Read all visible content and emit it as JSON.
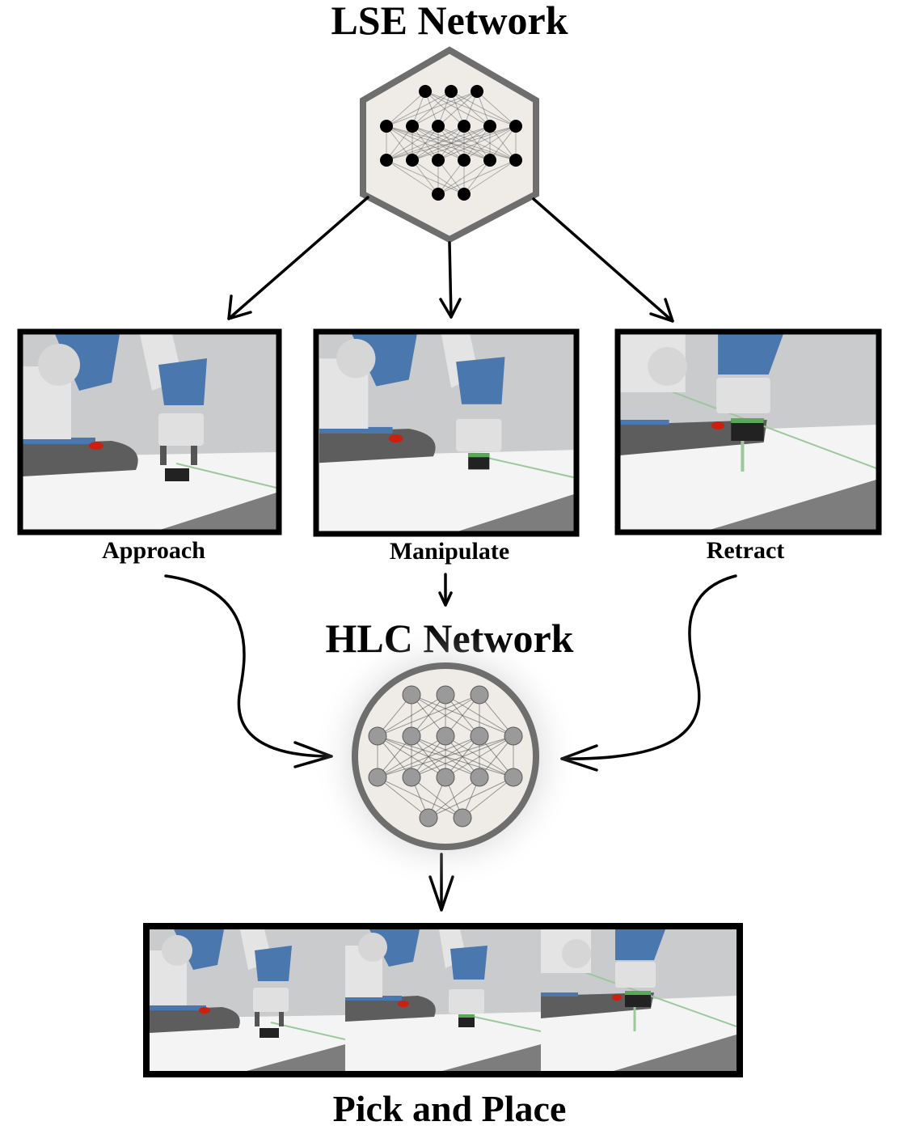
{
  "lse": {
    "title": "LSE Network",
    "layers": [
      3,
      6,
      6,
      2
    ],
    "colors": {
      "fill": "#efece7",
      "border": "#6e6e6e",
      "node": "#000000"
    }
  },
  "phases": [
    {
      "label": "Approach"
    },
    {
      "label": "Manipulate"
    },
    {
      "label": "Retract"
    }
  ],
  "hlc": {
    "title": "HLC Network",
    "layers": [
      3,
      5,
      5,
      2
    ],
    "colors": {
      "fill": "#efece7",
      "border": "#6e6e6e",
      "node": "#9a9a9a"
    }
  },
  "task": {
    "title": "Pick and Place"
  },
  "scene_colors": {
    "robot_blue": "#4a77ad",
    "robot_white": "#e4e4e4",
    "table_dark": "#5d5d5d",
    "floor": "#f4f4f4",
    "target": "#cc1f10",
    "cube": "#222222",
    "grid_line": "#9cc89c"
  }
}
